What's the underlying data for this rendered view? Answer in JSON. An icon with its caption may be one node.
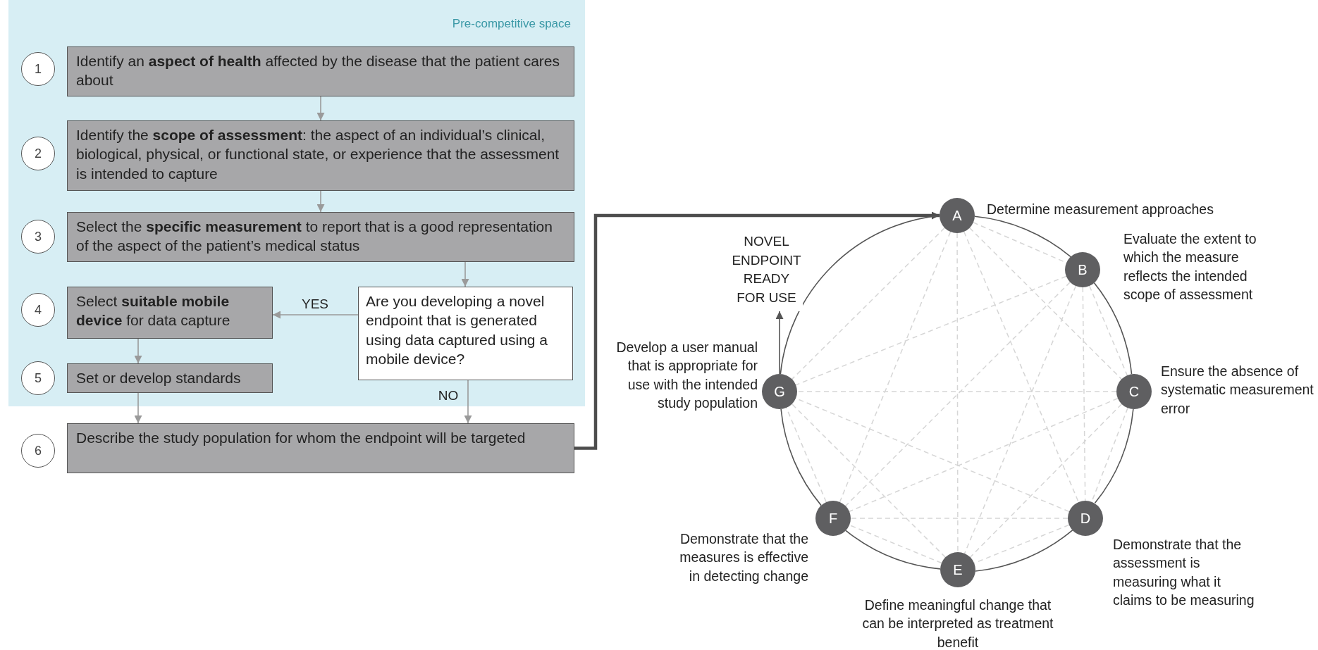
{
  "diagram": {
    "nodes": [
      {
        "text": [
          "Pre-competitive space"
        ]
      },
      {
        "text": [
          "1"
        ],
        "in": 0
      },
      {
        "text": [
          "Identify an **aspect of health** affected by the disease that the patient cares about"
        ],
        "in": 0
      },
      {
        "text": [
          "2"
        ],
        "in": 0
      },
      {
        "text": [
          "Identify the **scope of assessment**: the aspect of an individual’s clinical, biological, physical, or functional state, or experience that the assessment is intended to capture"
        ],
        "in": 0
      },
      {
        "text": [
          "3"
        ],
        "in": 0
      },
      {
        "text": [
          "Select the **specific measurement** to report that is a good representation of the aspect of the patient’s medical status"
        ],
        "in": 0
      },
      {
        "text": [
          "4"
        ],
        "in": 0
      },
      {
        "text": [
          "Select **suitable mobile device** for data capture"
        ],
        "in": 0
      },
      {
        "text": [
          "Are you developing a novel endpoint that is generated using data captured using a mobile device?"
        ],
        "in": 0
      },
      {
        "text": [
          "5"
        ],
        "in": 0
      },
      {
        "text": [
          "Set or develop standards"
        ],
        "in": 0
      },
      {
        "text": [
          "6"
        ]
      },
      {
        "text": [
          "Describe the study population for whom the endpoint will be targeted"
        ]
      },
      {
        "text": [
          "NOVEL ENDPOINT READY FOR USE"
        ]
      },
      {
        "text": [
          "A"
        ],
        "beside": [
          "Determine measurement approaches"
        ]
      },
      {
        "text": [
          "B"
        ],
        "beside": [
          "Evaluate the extent to which the measure reflects the intended scope of assessment"
        ]
      },
      {
        "text": [
          "C"
        ],
        "beside": [
          "Ensure the absence of systematic measurement error"
        ]
      },
      {
        "text": [
          "D"
        ],
        "beside": [
          "Demonstrate that the assessment is measuring what it claims to be measuring"
        ]
      },
      {
        "text": [
          "E"
        ],
        "beside": [
          "Define meaningful change that can be interpreted as treatment benefit"
        ]
      },
      {
        "text": [
          "F"
        ],
        "beside": [
          "Demonstrate that the measures is effective in detecting change"
        ]
      },
      {
        "text": [
          "G"
        ],
        "beside": [
          "Develop a user manual that is appropriate for use with the intended study population"
        ]
      }
    ],
    "edges": [
      {
        "from": 2,
        "to": 4,
        "arrow": "to",
        "color": "#9a9a9a"
      },
      {
        "from": 4,
        "to": 6,
        "arrow": "to",
        "color": "#9a9a9a"
      },
      {
        "from": 6,
        "to": 9,
        "arrow": "to",
        "color": "#9a9a9a"
      },
      {
        "from": 9,
        "to": 8,
        "arrow": "to",
        "label": "YES",
        "color": "#9a9a9a"
      },
      {
        "from": 8,
        "to": 11,
        "arrow": "to",
        "color": "#9a9a9a"
      },
      {
        "from": 11,
        "to": 13,
        "arrow": "to",
        "color": "#9a9a9a"
      },
      {
        "from": 9,
        "to": 13,
        "arrow": "to",
        "label": "NO",
        "color": "#9a9a9a"
      },
      {
        "from": 13,
        "to": 15,
        "arrow": "to",
        "style": "thick",
        "color": "#4d4d4d"
      },
      {
        "from": 21,
        "to": 14,
        "arrow": "to",
        "color": "#555555"
      },
      {
        "from": 15,
        "to": 16,
        "arrow": "none",
        "color": "#555555"
      },
      {
        "from": 16,
        "to": 17,
        "arrow": "none",
        "color": "#555555"
      },
      {
        "from": 17,
        "to": 18,
        "arrow": "none",
        "color": "#555555"
      },
      {
        "from": 18,
        "to": 19,
        "arrow": "none",
        "color": "#555555"
      },
      {
        "from": 19,
        "to": 20,
        "arrow": "none",
        "color": "#555555"
      },
      {
        "from": 20,
        "to": 21,
        "arrow": "none",
        "color": "#555555"
      },
      {
        "from": 21,
        "to": 15,
        "arrow": "none",
        "color": "#555555"
      },
      {
        "from": 15,
        "to": 16,
        "arrow": "none",
        "style": "dashed",
        "color": "#d6d6d6"
      },
      {
        "from": 15,
        "to": 17,
        "arrow": "none",
        "style": "dashed",
        "color": "#d6d6d6"
      },
      {
        "from": 15,
        "to": 18,
        "arrow": "none",
        "style": "dashed",
        "color": "#d6d6d6"
      },
      {
        "from": 15,
        "to": 19,
        "arrow": "none",
        "style": "dashed",
        "color": "#d6d6d6"
      },
      {
        "from": 15,
        "to": 20,
        "arrow": "none",
        "style": "dashed",
        "color": "#d6d6d6"
      },
      {
        "from": 15,
        "to": 21,
        "arrow": "none",
        "style": "dashed",
        "color": "#d6d6d6"
      },
      {
        "from": 16,
        "to": 17,
        "arrow": "none",
        "style": "dashed",
        "color": "#d6d6d6"
      },
      {
        "from": 16,
        "to": 18,
        "arrow": "none",
        "style": "dashed",
        "color": "#d6d6d6"
      },
      {
        "from": 16,
        "to": 19,
        "arrow": "none",
        "style": "dashed",
        "color": "#d6d6d6"
      },
      {
        "from": 16,
        "to": 20,
        "arrow": "none",
        "style": "dashed",
        "color": "#d6d6d6"
      },
      {
        "from": 16,
        "to": 21,
        "arrow": "none",
        "style": "dashed",
        "color": "#d6d6d6"
      },
      {
        "from": 17,
        "to": 18,
        "arrow": "none",
        "style": "dashed",
        "color": "#d6d6d6"
      },
      {
        "from": 17,
        "to": 19,
        "arrow": "none",
        "style": "dashed",
        "color": "#d6d6d6"
      },
      {
        "from": 17,
        "to": 20,
        "arrow": "none",
        "style": "dashed",
        "color": "#d6d6d6"
      },
      {
        "from": 17,
        "to": 21,
        "arrow": "none",
        "style": "dashed",
        "color": "#d6d6d6"
      },
      {
        "from": 18,
        "to": 19,
        "arrow": "none",
        "style": "dashed",
        "color": "#d6d6d6"
      },
      {
        "from": 18,
        "to": 20,
        "arrow": "none",
        "style": "dashed",
        "color": "#d6d6d6"
      },
      {
        "from": 18,
        "to": 21,
        "arrow": "none",
        "style": "dashed",
        "color": "#d6d6d6"
      },
      {
        "from": 19,
        "to": 20,
        "arrow": "none",
        "style": "dashed",
        "color": "#d6d6d6"
      },
      {
        "from": 19,
        "to": 21,
        "arrow": "none",
        "style": "dashed",
        "color": "#d6d6d6"
      },
      {
        "from": 20,
        "to": 21,
        "arrow": "none",
        "style": "dashed",
        "color": "#d6d6d6"
      }
    ]
  }
}
